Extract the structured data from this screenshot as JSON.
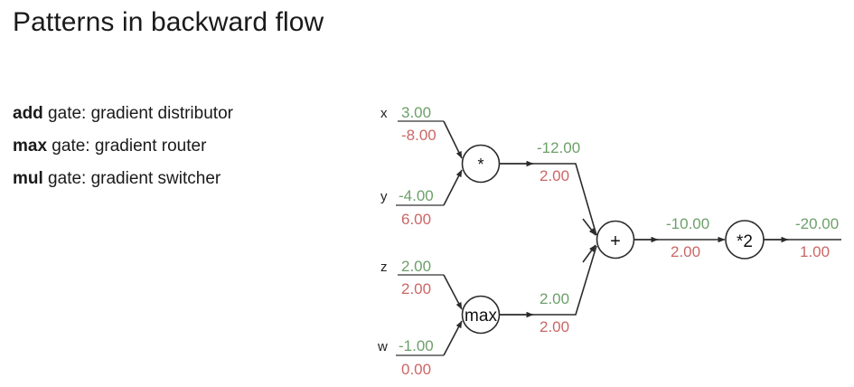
{
  "slide": {
    "title": "Patterns in backward flow",
    "bullets": [
      {
        "strong": "add",
        "rest": " gate: gradient distributor"
      },
      {
        "strong": "max",
        "rest": " gate: gradient router"
      },
      {
        "strong": "mul",
        "rest": " gate: gradient switcher"
      }
    ]
  },
  "colors": {
    "forward_green": "#6da06a",
    "backward_red": "#cc6666",
    "wire": "#2b2b2b",
    "text": "#1a1a1a",
    "background": "#ffffff"
  },
  "diagram": {
    "type": "computational-graph",
    "inputs": [
      {
        "name": "x",
        "forward": "3.00",
        "backward": "-8.00"
      },
      {
        "name": "y",
        "forward": "-4.00",
        "backward": "6.00"
      },
      {
        "name": "z",
        "forward": "2.00",
        "backward": "2.00"
      },
      {
        "name": "w",
        "forward": "-1.00",
        "backward": "0.00"
      }
    ],
    "gates": [
      {
        "id": "mul",
        "label": "*",
        "inputs": [
          "x",
          "y"
        ]
      },
      {
        "id": "max",
        "label": "max",
        "inputs": [
          "z",
          "w"
        ]
      },
      {
        "id": "add",
        "label": "+",
        "inputs": [
          "mul",
          "max"
        ]
      },
      {
        "id": "mul2",
        "label": "*2",
        "inputs": [
          "add"
        ]
      }
    ],
    "edges": [
      {
        "from": "mul",
        "to": "add",
        "forward": "-12.00",
        "backward": "2.00"
      },
      {
        "from": "max",
        "to": "add",
        "forward": "2.00",
        "backward": "2.00"
      },
      {
        "from": "add",
        "to": "mul2",
        "forward": "-10.00",
        "backward": "2.00"
      },
      {
        "from": "mul2",
        "to": "output",
        "forward": "-20.00",
        "backward": "1.00"
      }
    ]
  }
}
